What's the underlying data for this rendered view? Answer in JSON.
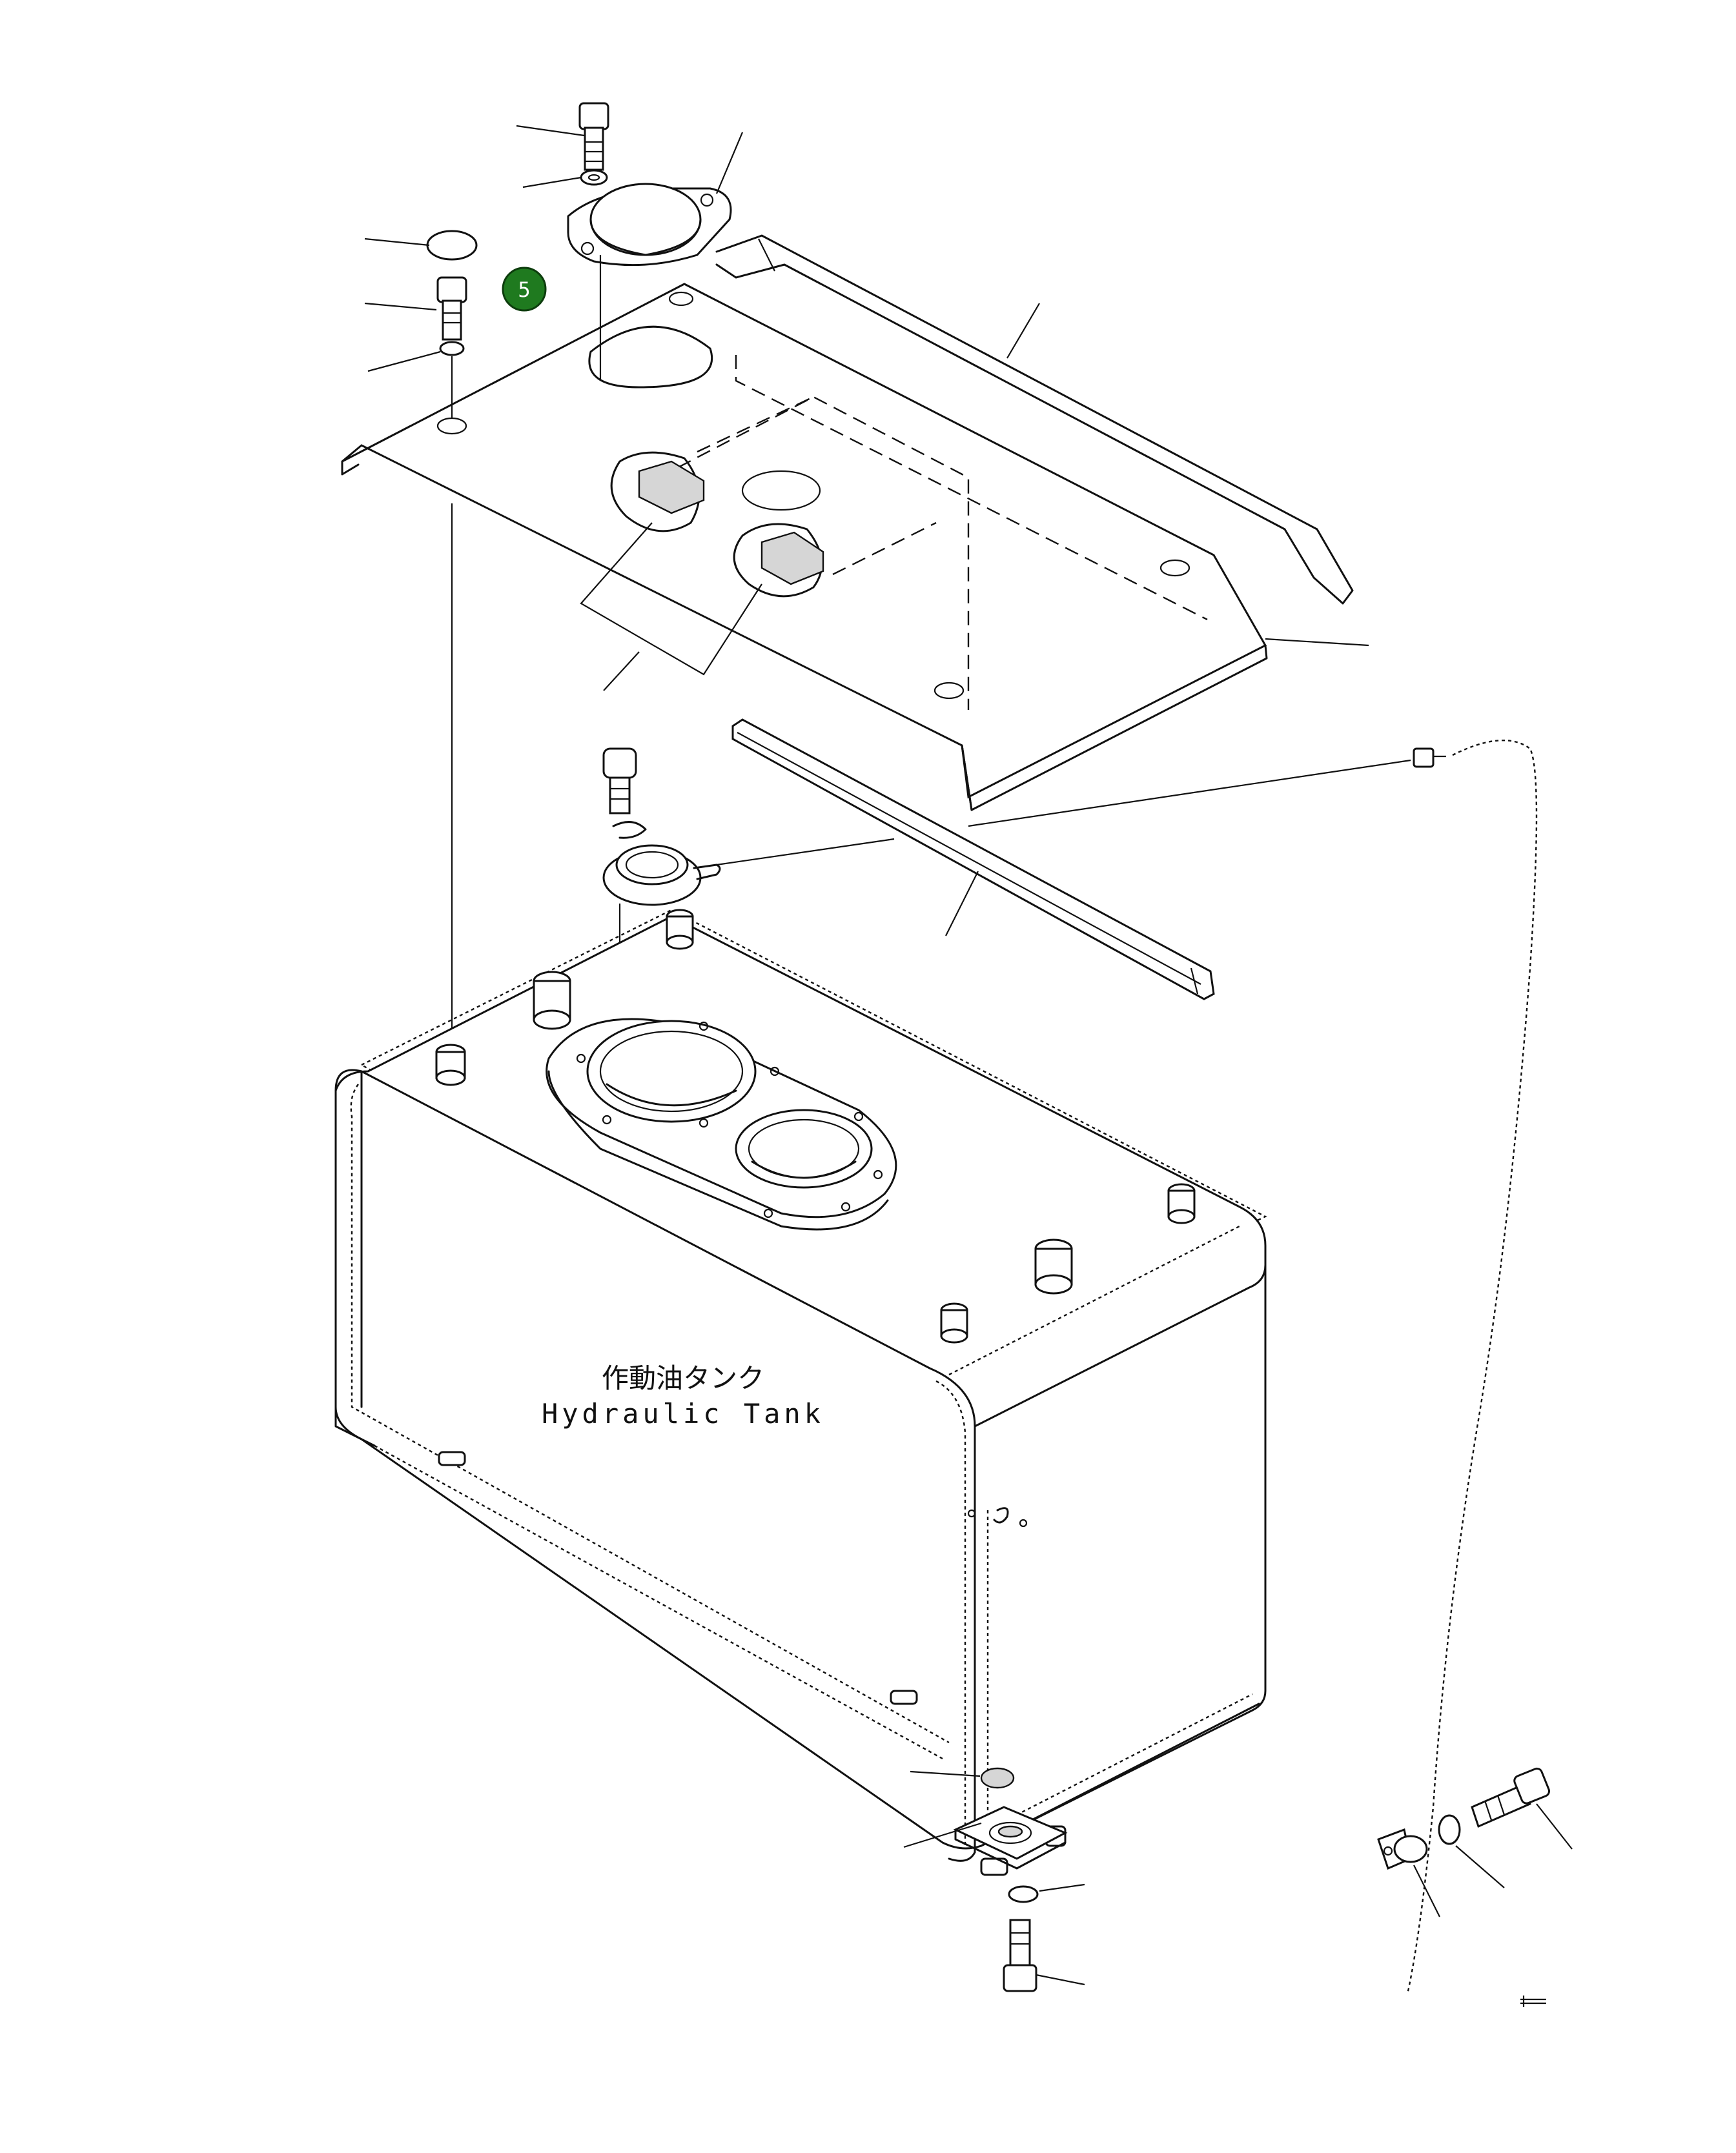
{
  "drawing": {
    "tank_label_jp": "作動油タンク",
    "tank_label_en": "Hydraulic Tank",
    "callouts": [
      {
        "number": "5",
        "color": "#1f7a1f"
      }
    ]
  }
}
